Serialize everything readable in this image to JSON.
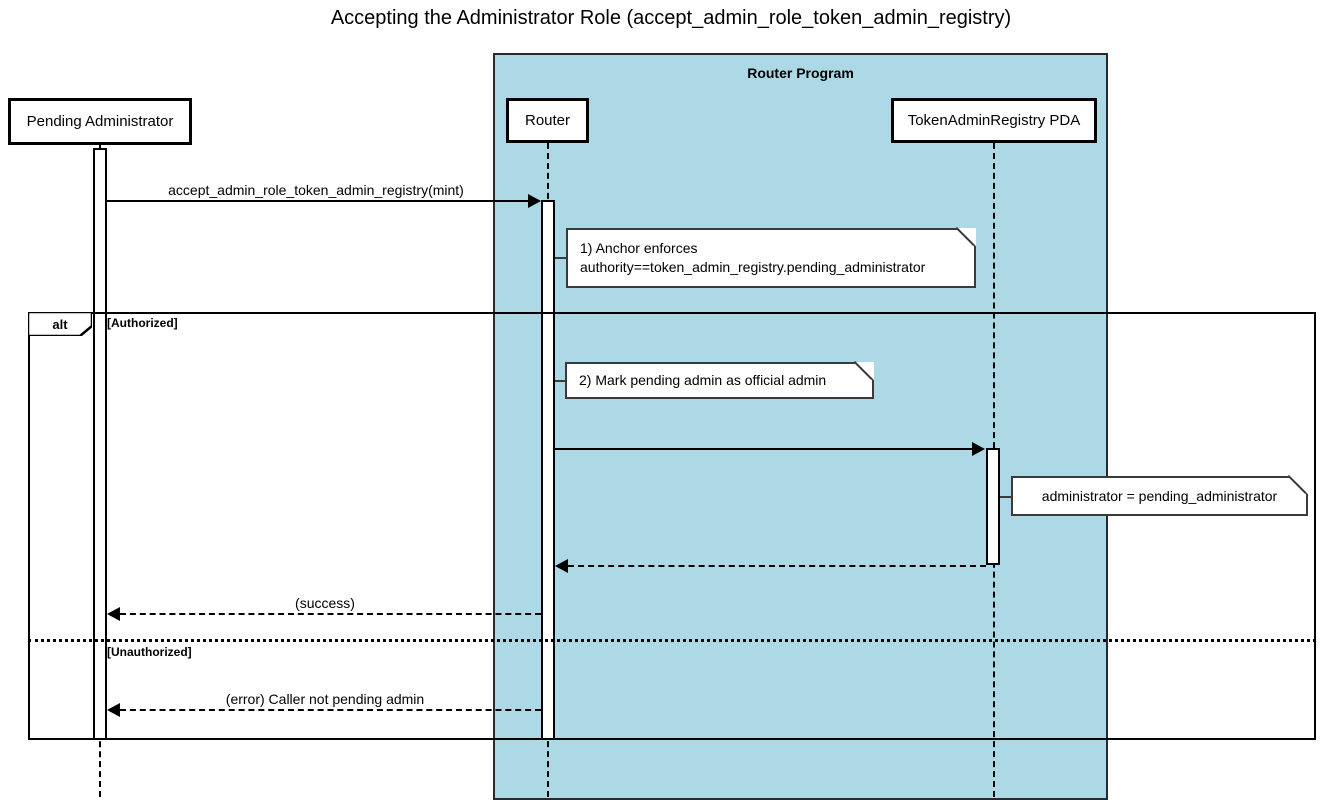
{
  "diagram": {
    "title": "Accepting the Administrator Role (accept_admin_role_token_admin_registry)",
    "type": "sequence-diagram",
    "colors": {
      "group_fill": "#add8e6",
      "participant_fill": "#ffffff",
      "note_fill": "#ffffff",
      "stroke": "#000000",
      "background": "#ffffff"
    }
  },
  "group": {
    "label": "Router Program"
  },
  "participants": [
    {
      "id": "pending-administrator",
      "label": "Pending Administrator"
    },
    {
      "id": "router",
      "label": "Router"
    },
    {
      "id": "token-admin-registry-pda",
      "label": "TokenAdminRegistry PDA"
    }
  ],
  "messages": [
    {
      "id": "msg-accept-admin-role",
      "label": "accept_admin_role_token_admin_registry(mint)",
      "from": "pending-administrator",
      "to": "router",
      "kind": "call",
      "style": "solid"
    },
    {
      "id": "msg-mark-admin",
      "label": "",
      "from": "router",
      "to": "token-admin-registry-pda",
      "kind": "call",
      "style": "solid"
    },
    {
      "id": "msg-registry-return",
      "label": "",
      "from": "token-admin-registry-pda",
      "to": "router",
      "kind": "return",
      "style": "dashed"
    },
    {
      "id": "msg-success",
      "label": "(success)",
      "from": "router",
      "to": "pending-administrator",
      "kind": "return",
      "style": "dashed"
    },
    {
      "id": "msg-error",
      "label": "(error) Caller not pending admin",
      "from": "router",
      "to": "pending-administrator",
      "kind": "return",
      "style": "dashed"
    }
  ],
  "notes": [
    {
      "id": "note-anchor-enforces",
      "text": "1) Anchor enforces\nauthority==token_admin_registry.pending_administrator",
      "attached_to": "router"
    },
    {
      "id": "note-mark-admin",
      "text": "2) Mark pending admin as official admin",
      "attached_to": "router"
    },
    {
      "id": "note-administrator-assign",
      "text": "administrator = pending_administrator",
      "attached_to": "token-admin-registry-pda"
    }
  ],
  "fragment": {
    "operator": "alt",
    "guards": [
      {
        "id": "guard-authorized",
        "label": "[Authorized]"
      },
      {
        "id": "guard-unauthorized",
        "label": "[Unauthorized]"
      }
    ]
  }
}
